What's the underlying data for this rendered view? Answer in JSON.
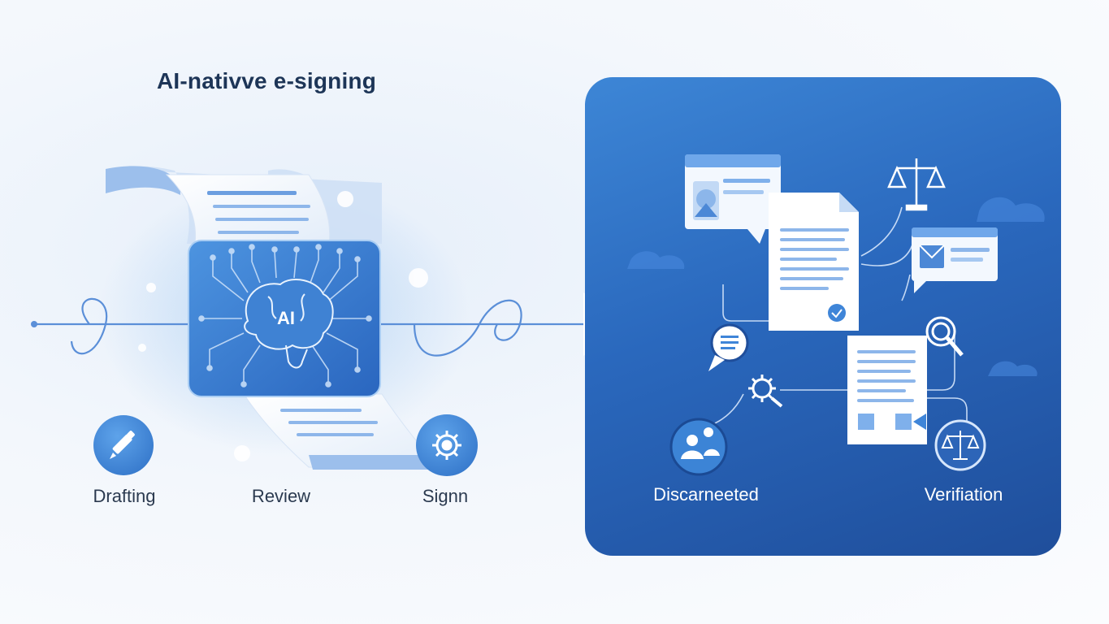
{
  "header": {
    "title": "AI-nativve e-signing"
  },
  "chip": {
    "label": "AI"
  },
  "steps": [
    {
      "label": "Drafting",
      "icon": "pen-icon"
    },
    {
      "label": "Review",
      "icon": ""
    },
    {
      "label": "Signn",
      "icon": "gear-icon"
    }
  ],
  "panel": {
    "labels": [
      {
        "label": "Discarneeted",
        "icon": "user-network-icon"
      },
      {
        "label": "Verifiation",
        "icon": "scales-icon"
      }
    ]
  },
  "colors": {
    "title": "#1d3557",
    "accent": "#2f6fc7",
    "panel_top": "#3d86d6",
    "panel_bottom": "#1f4e9b",
    "line": "#5b8fd8"
  }
}
